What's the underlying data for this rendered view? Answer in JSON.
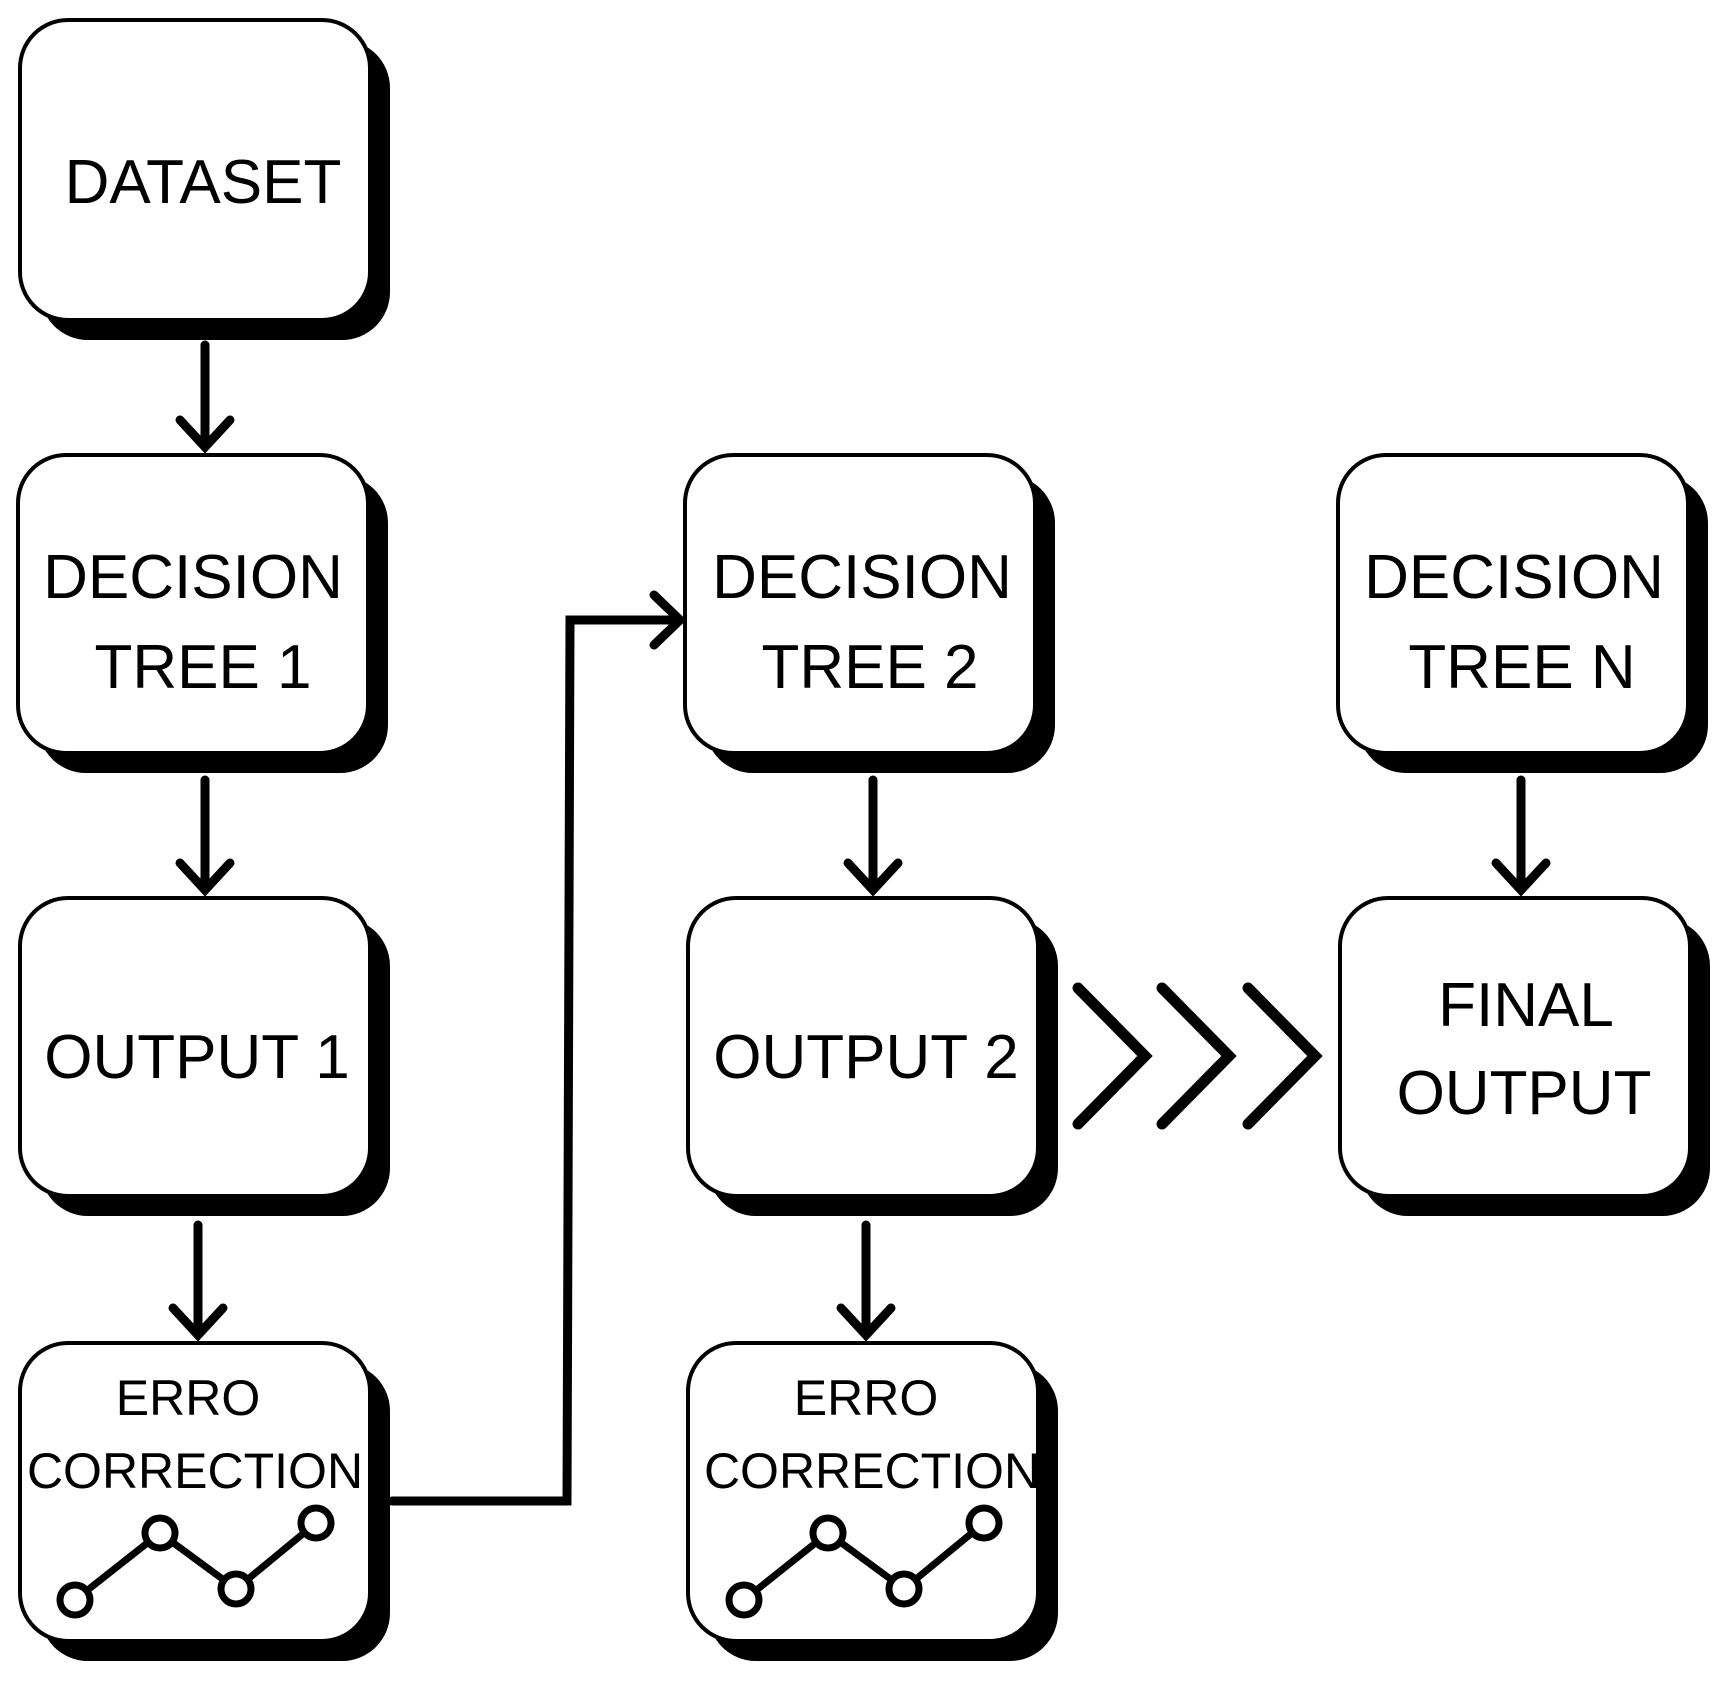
{
  "nodes": {
    "dataset": {
      "lines": [
        "DATASET"
      ]
    },
    "tree_1": {
      "lines": [
        "DECISION",
        "TREE 1"
      ]
    },
    "output_1": {
      "lines": [
        "OUTPUT 1"
      ]
    },
    "error_1": {
      "lines": [
        "ERRO",
        "CORRECTION"
      ],
      "icon": "line-chart-icon"
    },
    "tree_2": {
      "lines": [
        "DECISION",
        "TREE 2"
      ]
    },
    "output_2": {
      "lines": [
        "OUTPUT 2"
      ]
    },
    "error_2": {
      "lines": [
        "ERRO",
        "CORRECTION"
      ],
      "icon": "line-chart-icon"
    },
    "tree_n": {
      "lines": [
        "DECISION",
        "TREE N"
      ]
    },
    "final_output": {
      "lines": [
        "FINAL",
        "OUTPUT"
      ]
    }
  },
  "edges": [
    {
      "from": "dataset",
      "to": "tree_1"
    },
    {
      "from": "tree_1",
      "to": "output_1"
    },
    {
      "from": "output_1",
      "to": "error_1"
    },
    {
      "from": "error_1",
      "to": "tree_2"
    },
    {
      "from": "tree_2",
      "to": "output_2"
    },
    {
      "from": "output_2",
      "to": "error_2"
    },
    {
      "from": "tree_n",
      "to": "final_output"
    },
    {
      "from": "output_2",
      "to": "final_output",
      "style": "triple-chevron"
    }
  ],
  "colors": {
    "stroke": "#000000",
    "fill": "#ffffff",
    "shadow": "#000000"
  }
}
